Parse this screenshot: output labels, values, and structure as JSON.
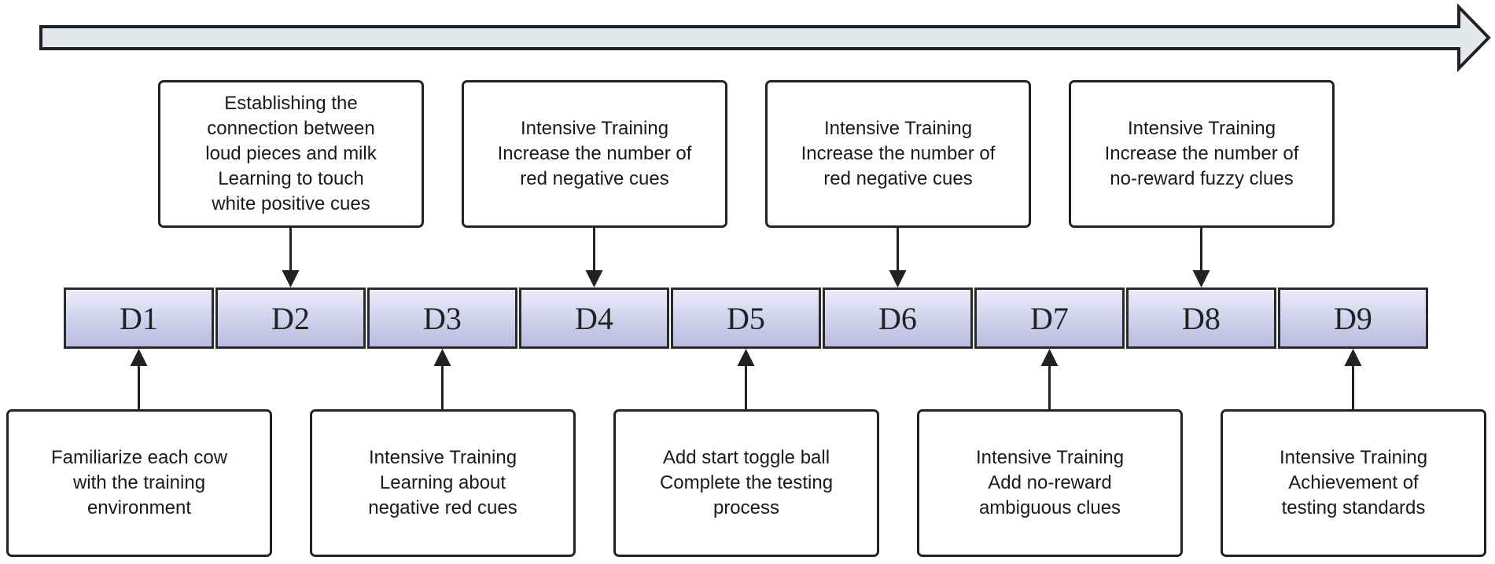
{
  "days": [
    "D1",
    "D2",
    "D3",
    "D4",
    "D5",
    "D6",
    "D7",
    "D8",
    "D9"
  ],
  "top_boxes": [
    {
      "day": "D2",
      "lines": [
        "Establishing the",
        "connection between",
        "loud pieces and milk",
        "Learning to touch",
        "white positive cues"
      ]
    },
    {
      "day": "D4",
      "lines": [
        "Intensive Training",
        "Increase the number of",
        "red negative cues"
      ]
    },
    {
      "day": "D6",
      "lines": [
        "Intensive Training",
        "Increase the number of",
        "red negative cues"
      ]
    },
    {
      "day": "D8",
      "lines": [
        "Intensive Training",
        "Increase the number of",
        "no-reward fuzzy clues"
      ]
    }
  ],
  "bottom_boxes": [
    {
      "day": "D1",
      "lines": [
        "Familiarize each cow",
        "with the training",
        "environment"
      ]
    },
    {
      "day": "D3",
      "lines": [
        "Intensive Training",
        "Learning about",
        "negative red cues"
      ]
    },
    {
      "day": "D5",
      "lines": [
        "Add start toggle ball",
        "Complete the testing",
        "process"
      ]
    },
    {
      "day": "D7",
      "lines": [
        "Intensive Training",
        "Add no-reward",
        "ambiguous clues"
      ]
    },
    {
      "day": "D9",
      "lines": [
        "Intensive Training",
        "Achievement of",
        "testing standards"
      ]
    }
  ],
  "colors": {
    "timeline_arrow_fill": "#e4e8ec",
    "stroke": "#222222",
    "day_fill": "#cfd0ec"
  }
}
